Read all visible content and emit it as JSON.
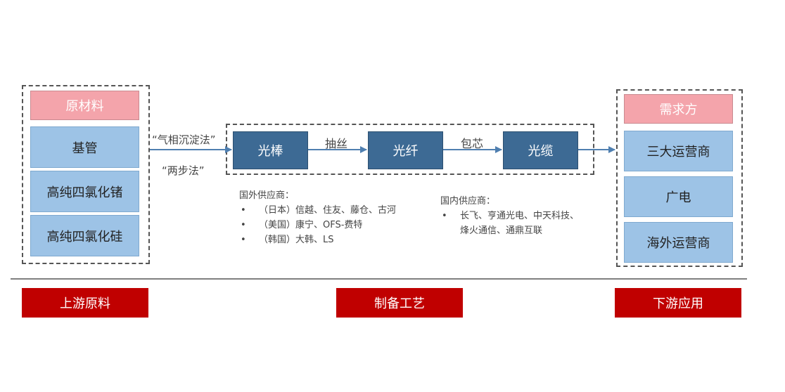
{
  "upstream": {
    "header": "原材料",
    "items": [
      "基管",
      "高纯四氯化锗",
      "高纯四氯化硅"
    ]
  },
  "methods": {
    "method1": "“气相沉淀法”",
    "method2": "“两步法”"
  },
  "process": {
    "stage1": "光棒",
    "step1": "抽丝",
    "stage2": "光纤",
    "step2": "包芯",
    "stage3": "光缆"
  },
  "foreign_suppliers": {
    "title": "国外供应商：",
    "items": [
      "（日本）信越、住友、藤仓、古河",
      "（美国）康宁、OFS-费特",
      "（韩国）大韩、LS"
    ]
  },
  "domestic_suppliers": {
    "title": "国内供应商：",
    "line1": "长飞、亨通光电、中天科技、",
    "line2": "烽火通信、通鼎互联"
  },
  "demand": {
    "header": "需求方",
    "items": [
      "三大运营商",
      "广电",
      "海外运营商"
    ]
  },
  "footer": {
    "left": "上游原料",
    "middle": "制备工艺",
    "right": "下游应用"
  }
}
